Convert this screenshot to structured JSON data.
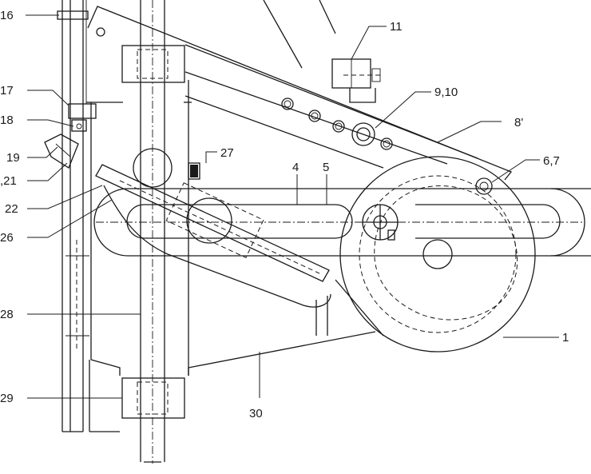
{
  "labels": {
    "l16": "16",
    "l17": "17",
    "l18": "18",
    "l19": "19",
    "l2021": ",21",
    "l22": "22",
    "l26": "26",
    "l28": "28",
    "l29": "29",
    "l30": "30",
    "l27": "27",
    "l4": "4",
    "l5": "5",
    "l11": "11",
    "l910": "9,10",
    "l8": "8'",
    "l67": "6,7",
    "l1": "1"
  }
}
